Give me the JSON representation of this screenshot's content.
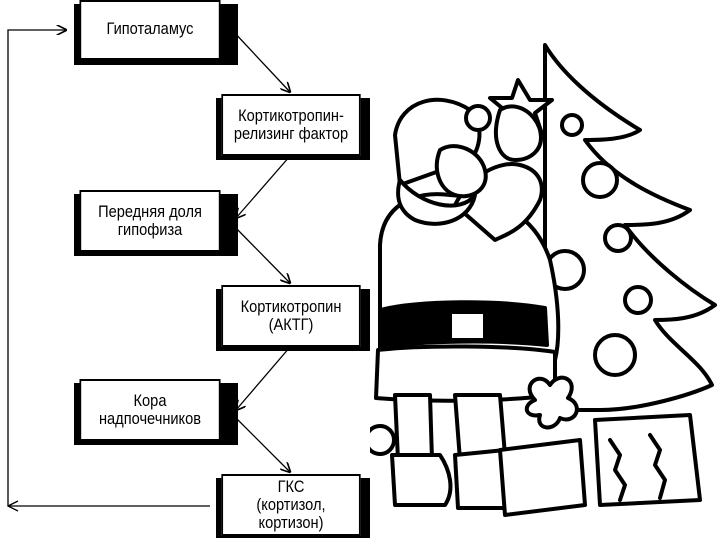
{
  "diagram": {
    "boxes": [
      {
        "id": "hypothalamus",
        "label": "Гипоталамус"
      },
      {
        "id": "crh",
        "label": "Кортикотропин-\nрелизинг фактор"
      },
      {
        "id": "pituitary",
        "label": "Передняя доля\nгипофиза"
      },
      {
        "id": "acth",
        "label": "Кортикотропин\n(АКТГ)"
      },
      {
        "id": "adrenal",
        "label": "Кора\nнадпочечников"
      },
      {
        "id": "gcs",
        "label": "ГКС\n(кортизол, кортизон)"
      }
    ]
  },
  "illustration": {
    "subject": "santa-claus-with-christmas-tree",
    "style": "black-and-white line art"
  }
}
